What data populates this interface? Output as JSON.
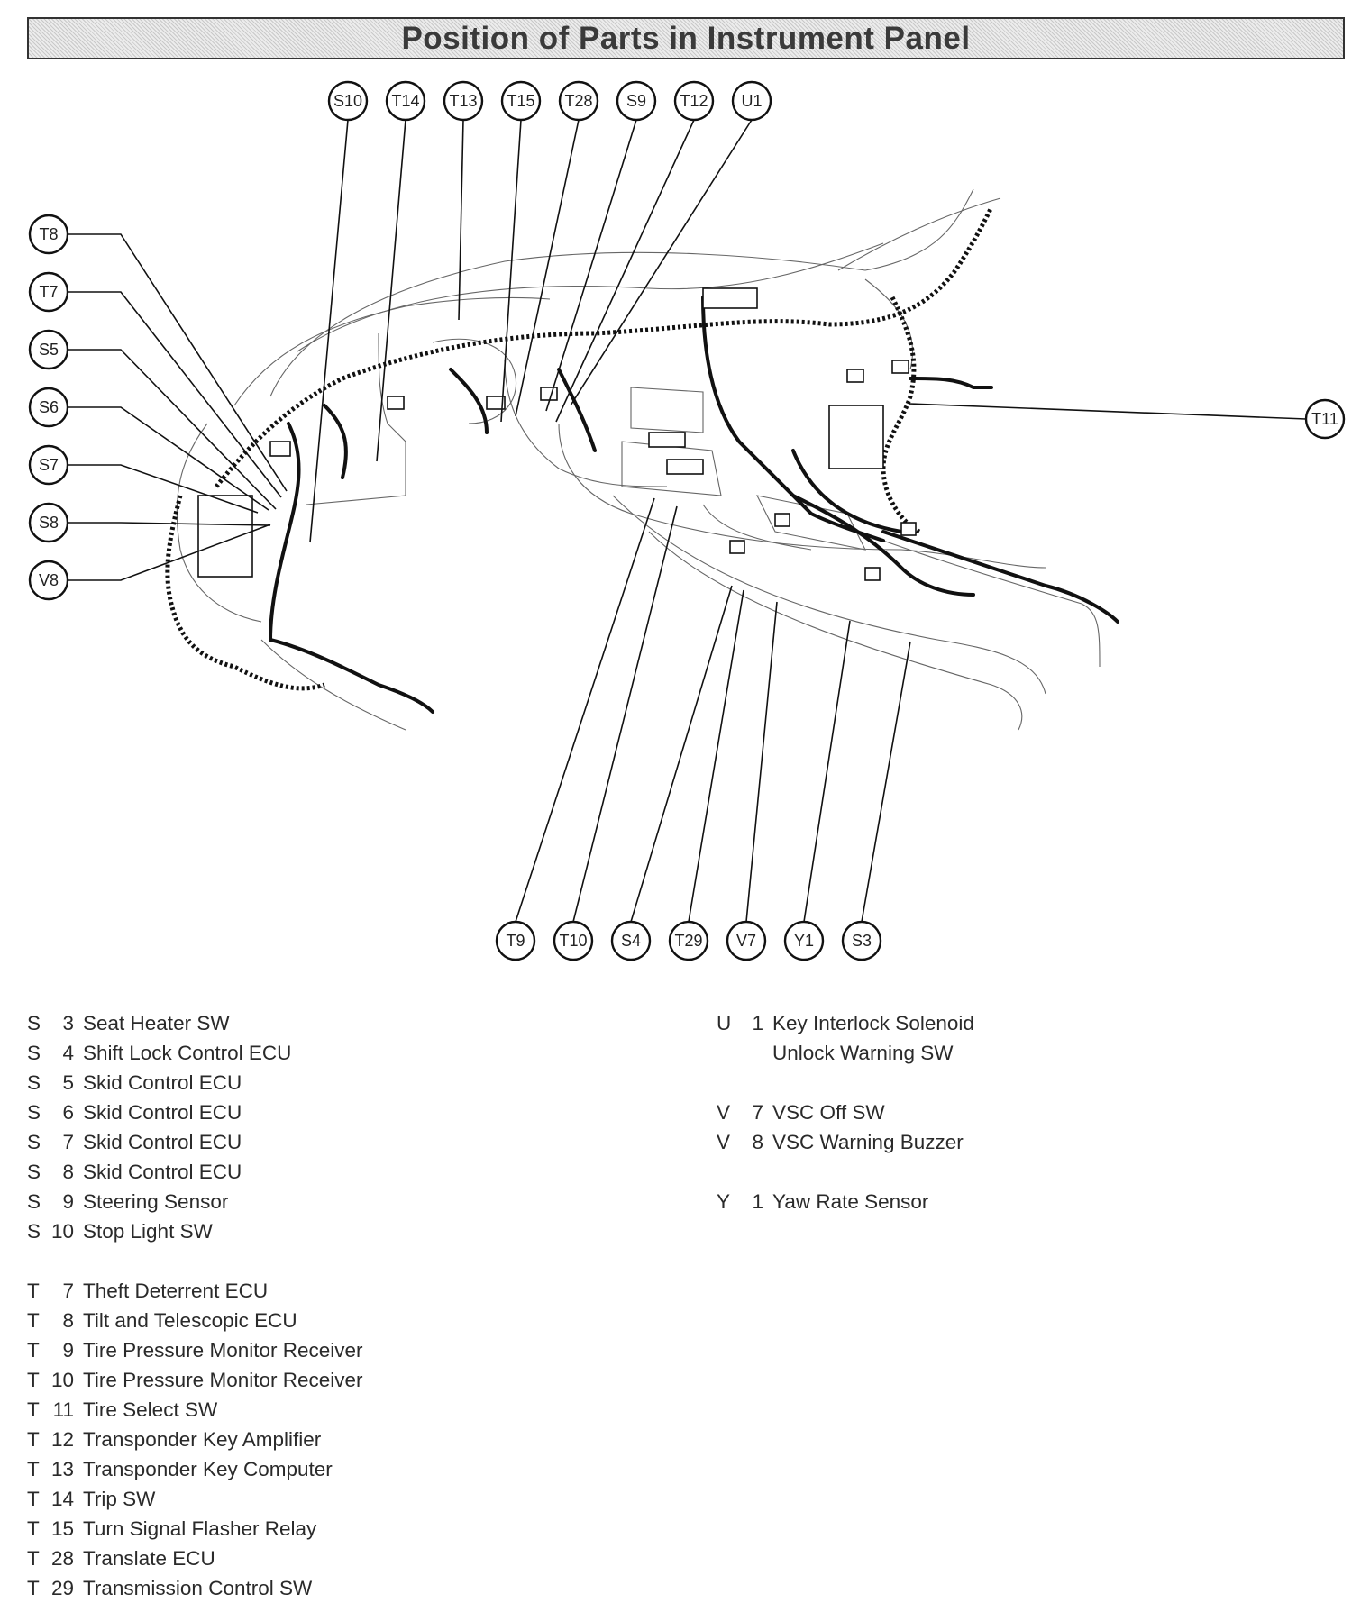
{
  "title": "Position of Parts in Instrument Panel",
  "callouts": {
    "top": [
      "S10",
      "T14",
      "T13",
      "T15",
      "T28",
      "S9",
      "T12",
      "U1"
    ],
    "left": [
      "T8",
      "T7",
      "S5",
      "S6",
      "S7",
      "S8",
      "V8"
    ],
    "right": [
      "T11"
    ],
    "bottom": [
      "T9",
      "T10",
      "S4",
      "T29",
      "V7",
      "Y1",
      "S3"
    ]
  },
  "legend_left": [
    {
      "letter": "S",
      "num": "3",
      "name": "Seat Heater SW"
    },
    {
      "letter": "S",
      "num": "4",
      "name": "Shift Lock Control ECU"
    },
    {
      "letter": "S",
      "num": "5",
      "name": "Skid Control ECU"
    },
    {
      "letter": "S",
      "num": "6",
      "name": "Skid Control ECU"
    },
    {
      "letter": "S",
      "num": "7",
      "name": "Skid Control ECU"
    },
    {
      "letter": "S",
      "num": "8",
      "name": "Skid Control ECU"
    },
    {
      "letter": "S",
      "num": "9",
      "name": "Steering Sensor"
    },
    {
      "letter": "S",
      "num": "10",
      "name": "Stop Light SW"
    },
    null,
    {
      "letter": "T",
      "num": "7",
      "name": "Theft Deterrent ECU"
    },
    {
      "letter": "T",
      "num": "8",
      "name": "Tilt and Telescopic ECU"
    },
    {
      "letter": "T",
      "num": "9",
      "name": "Tire Pressure Monitor Receiver"
    },
    {
      "letter": "T",
      "num": "10",
      "name": "Tire Pressure Monitor Receiver"
    },
    {
      "letter": "T",
      "num": "11",
      "name": "Tire Select SW"
    },
    {
      "letter": "T",
      "num": "12",
      "name": "Transponder Key Amplifier"
    },
    {
      "letter": "T",
      "num": "13",
      "name": "Transponder Key Computer"
    },
    {
      "letter": "T",
      "num": "14",
      "name": "Trip SW"
    },
    {
      "letter": "T",
      "num": "15",
      "name": "Turn Signal Flasher Relay"
    },
    {
      "letter": "T",
      "num": "28",
      "name": "Translate ECU"
    },
    {
      "letter": "T",
      "num": "29",
      "name": "Transmission Control SW"
    }
  ],
  "legend_right": [
    {
      "letter": "U",
      "num": "1",
      "name": "Key Interlock Solenoid"
    },
    {
      "letter": "",
      "num": "",
      "name": "Unlock Warning SW"
    },
    null,
    {
      "letter": "V",
      "num": "7",
      "name": "VSC Off SW"
    },
    {
      "letter": "V",
      "num": "8",
      "name": "VSC Warning Buzzer"
    },
    null,
    {
      "letter": "Y",
      "num": "1",
      "name": "Yaw Rate Sensor"
    }
  ]
}
